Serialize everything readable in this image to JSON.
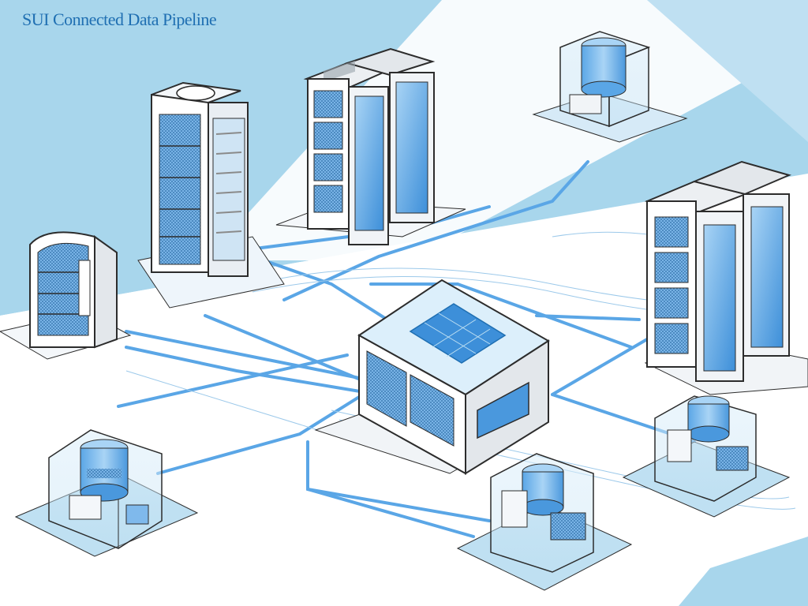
{
  "diagram": {
    "title": "SUI Connected Data Pipeline",
    "caption_lines": [
      "",
      "",
      ""
    ],
    "caption_lines_2": [
      "",
      ""
    ]
  },
  "nodes": [
    {
      "name": "tower-server-left",
      "icon": "server-tower-icon"
    },
    {
      "name": "twin-server-rack-top",
      "icon": "server-rack-icon"
    },
    {
      "name": "storage-cylinder-top-right",
      "icon": "database-icon"
    },
    {
      "name": "server-bay-left",
      "icon": "server-bay-icon"
    },
    {
      "name": "central-processing-hub",
      "icon": "processing-hub-icon"
    },
    {
      "name": "twin-server-rack-right",
      "icon": "server-rack-icon"
    },
    {
      "name": "storage-cylinder-bottom-left",
      "icon": "database-icon"
    },
    {
      "name": "storage-cylinder-bottom-center",
      "icon": "database-icon"
    },
    {
      "name": "storage-cylinder-bottom-right",
      "icon": "database-icon"
    }
  ],
  "colors": {
    "accent": "#3d8fd9",
    "light_blue": "#bfe0f2",
    "pipe": "#5aa6e6",
    "outline": "#2c2c2c",
    "panel": "#7fb9ec",
    "background_band": "#a8d6ec"
  }
}
